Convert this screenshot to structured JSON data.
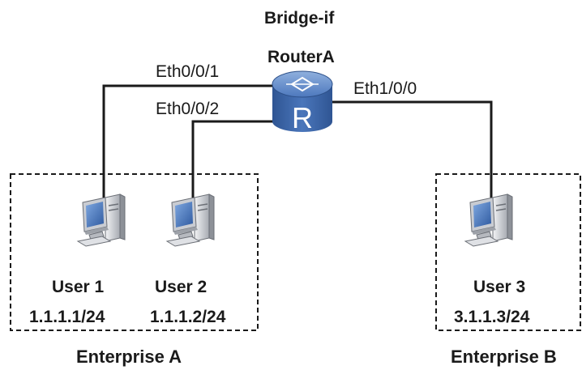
{
  "router": {
    "mode": "Bridge-if",
    "name": "RouterA",
    "interfaces": [
      "Eth0/0/1",
      "Eth0/0/2",
      "Eth1/0/0"
    ],
    "icon": "router-icon"
  },
  "users": [
    {
      "name": "User 1",
      "ip": "1.1.1.1/24",
      "icon": "pc-icon"
    },
    {
      "name": "User 2",
      "ip": "1.1.1.2/24",
      "icon": "pc-icon"
    },
    {
      "name": "User 3",
      "ip": "3.1.1.3/24",
      "icon": "pc-icon"
    }
  ],
  "enterprises": [
    "Enterprise A",
    "Enterprise B"
  ],
  "colors": {
    "router": "#3f6bb0",
    "router_dark": "#2c4f88",
    "pc_body": "#d6d8dc",
    "pc_screen": "#3b6fb8",
    "line": "#1a1a1a"
  }
}
